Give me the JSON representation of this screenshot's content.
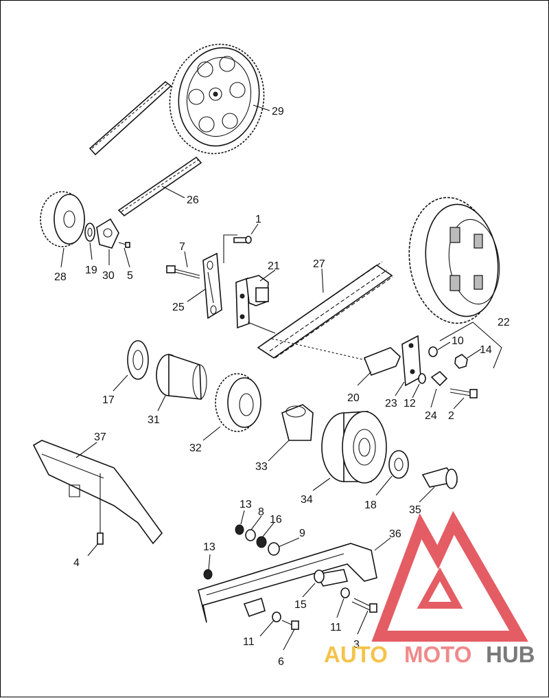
{
  "callouts": [
    {
      "n": "1"
    },
    {
      "n": "7"
    },
    {
      "n": "21"
    },
    {
      "n": "27"
    },
    {
      "n": "25"
    },
    {
      "n": "29"
    },
    {
      "n": "26"
    },
    {
      "n": "28"
    },
    {
      "n": "19"
    },
    {
      "n": "30"
    },
    {
      "n": "5"
    },
    {
      "n": "22"
    },
    {
      "n": "10"
    },
    {
      "n": "14"
    },
    {
      "n": "20"
    },
    {
      "n": "23"
    },
    {
      "n": "12"
    },
    {
      "n": "24"
    },
    {
      "n": "2"
    },
    {
      "n": "17"
    },
    {
      "n": "31"
    },
    {
      "n": "32"
    },
    {
      "n": "33"
    },
    {
      "n": "34"
    },
    {
      "n": "18"
    },
    {
      "n": "35"
    },
    {
      "n": "37"
    },
    {
      "n": "4"
    },
    {
      "n": "13"
    },
    {
      "n": "8"
    },
    {
      "n": "16"
    },
    {
      "n": "9"
    },
    {
      "n": "13"
    },
    {
      "n": "36"
    },
    {
      "n": "15"
    },
    {
      "n": "11"
    },
    {
      "n": "11"
    },
    {
      "n": "3"
    },
    {
      "n": "6"
    }
  ],
  "watermark": {
    "part1": "AUTO",
    "part2": "MOTO",
    "part3": "HUB",
    "colors": {
      "part1": "#f4c34a",
      "part2": "#f08a8a",
      "part3": "#7a7a7a",
      "logo": "#e0414a"
    }
  }
}
